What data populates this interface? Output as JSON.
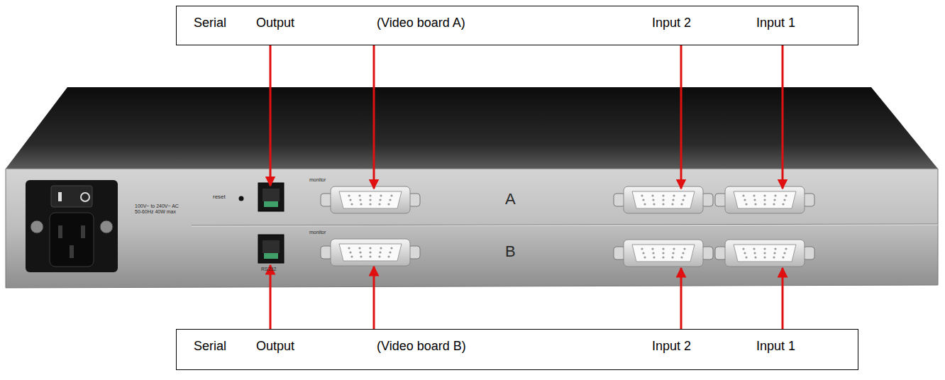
{
  "diagram": {
    "nodes": [
      {
        "text": [
          "Serial",
          "Output",
          "(Video board A)",
          "Input 2",
          "Input 1"
        ]
      },
      {
        "text": [
          "Serial",
          "Output",
          "(Video board B)",
          "Input 2",
          "Input 1"
        ]
      }
    ],
    "labels": [
      "reset",
      "monitor",
      "A",
      "100V~ to 240V~ AC 50-60Hz 40W max",
      "monitor",
      "B",
      "RS232"
    ]
  }
}
